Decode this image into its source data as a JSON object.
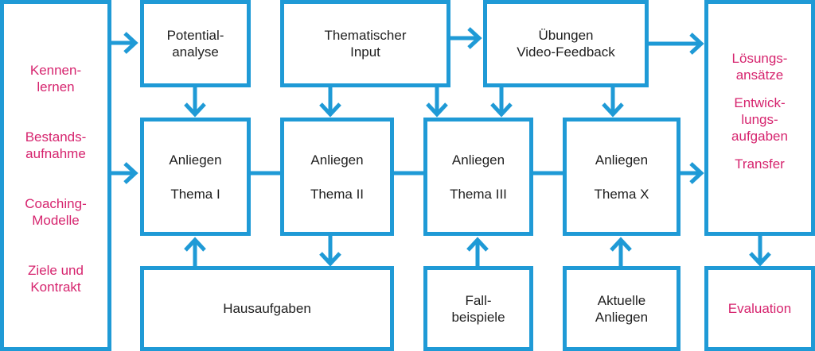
{
  "colors": {
    "border": "#1f9ad6",
    "accent_text": "#d6246e",
    "body_text": "#1f1f1f"
  },
  "left_column": {
    "items": [
      {
        "line1": "Kennen-",
        "line2": "lernen"
      },
      {
        "line1": "Bestands-",
        "line2": "aufnahme"
      },
      {
        "line1": "Coaching-",
        "line2": "Modelle"
      },
      {
        "line1": "Ziele und",
        "line2": "Kontrakt"
      }
    ]
  },
  "top_row": {
    "potential": {
      "line1": "Potential-",
      "line2": "analyse"
    },
    "input": {
      "line1": "Thematischer",
      "line2": "Input"
    },
    "uebungen": {
      "line1": "Übungen",
      "line2": "Video-Feedback"
    }
  },
  "middle_row": [
    {
      "line1": "Anliegen",
      "line2": "Thema I"
    },
    {
      "line1": "Anliegen",
      "line2": "Thema II"
    },
    {
      "line1": "Anliegen",
      "line2": "Thema III"
    },
    {
      "line1": "Anliegen",
      "line2": "Thema X"
    }
  ],
  "bottom_row": {
    "hausaufgaben": "Hausaufgaben",
    "fallbeispiele": {
      "line1": "Fall-",
      "line2": "beispiele"
    },
    "aktuelle": {
      "line1": "Aktuelle",
      "line2": "Anliegen"
    }
  },
  "right_column": {
    "loesung": {
      "line1": "Lösungs-",
      "line2": "ansätze"
    },
    "entwicklung": {
      "line1": "Entwick-",
      "line2": "lungs-",
      "line3": "aufgaben"
    },
    "transfer": "Transfer",
    "evaluation": "Evaluation"
  }
}
